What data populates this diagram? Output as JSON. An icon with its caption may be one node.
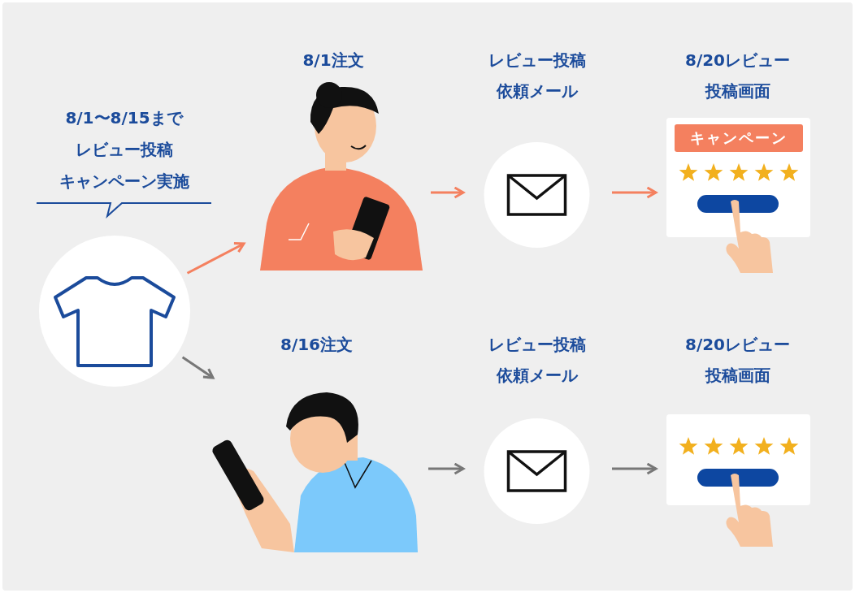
{
  "diagram": {
    "nodes": [
      {
        "text": [],
        "shape": "picture"
      },
      {
        "text": [
          "8/1注文"
        ]
      },
      {
        "text": [
          "レビュー投稿依頼メール"
        ]
      },
      {
        "text": [
          "8/20レビュー投稿画面",
          "キャンペーン"
        ]
      },
      {
        "text": [
          "8/16注文"
        ]
      },
      {
        "text": [
          "レビュー投稿依頼メール"
        ]
      },
      {
        "text": [
          "8/20レビュー投稿画面"
        ]
      }
    ],
    "edges": [
      {
        "from": 0,
        "to": 1,
        "arrow": "to",
        "color": "#f4805f"
      },
      {
        "from": 1,
        "to": 2,
        "arrow": "to",
        "color": "#f4805f"
      },
      {
        "from": 2,
        "to": 3,
        "arrow": "to",
        "color": "#f4805f"
      },
      {
        "from": 0,
        "to": 4,
        "arrow": "to",
        "color": "#777777"
      },
      {
        "from": 4,
        "to": 5,
        "arrow": "to",
        "color": "#777777"
      },
      {
        "from": 5,
        "to": 6,
        "arrow": "to",
        "color": "#777777"
      }
    ],
    "labels": [
      "8/1〜8/15まで",
      "レビュー投稿",
      "キャンペーン実施"
    ]
  }
}
